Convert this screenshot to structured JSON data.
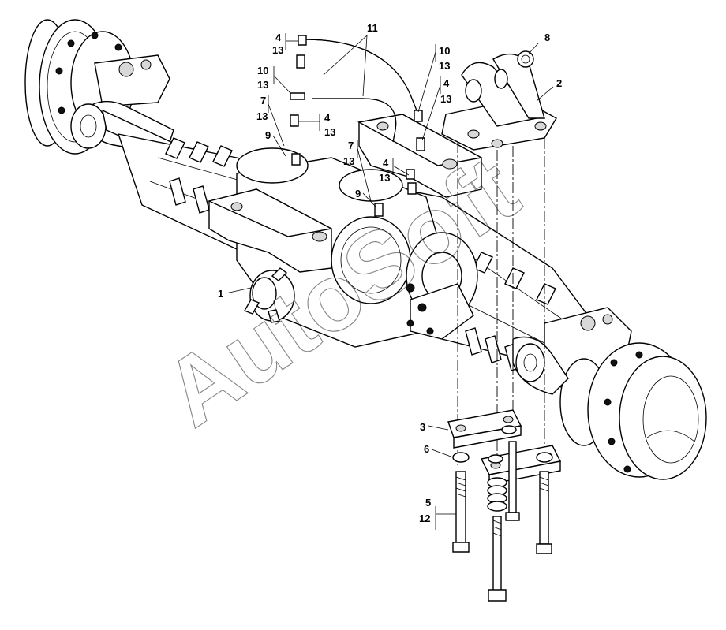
{
  "watermark": "AutoSoft",
  "callouts": [
    {
      "id": "c1",
      "text": "1"
    },
    {
      "id": "c2",
      "text": "2"
    },
    {
      "id": "c3",
      "text": "3"
    },
    {
      "id": "c4a",
      "text": "4"
    },
    {
      "id": "c13a",
      "text": "13"
    },
    {
      "id": "c4b",
      "text": "4"
    },
    {
      "id": "c13b",
      "text": "13"
    },
    {
      "id": "c4c",
      "text": "4"
    },
    {
      "id": "c13c",
      "text": "13"
    },
    {
      "id": "c4d",
      "text": "4"
    },
    {
      "id": "c13d",
      "text": "13"
    },
    {
      "id": "c5",
      "text": "5"
    },
    {
      "id": "c12",
      "text": "12"
    },
    {
      "id": "c6",
      "text": "6"
    },
    {
      "id": "c7a",
      "text": "7"
    },
    {
      "id": "c13e",
      "text": "13"
    },
    {
      "id": "c7b",
      "text": "7"
    },
    {
      "id": "c13f",
      "text": "13"
    },
    {
      "id": "c8",
      "text": "8"
    },
    {
      "id": "c9a",
      "text": "9"
    },
    {
      "id": "c9b",
      "text": "9"
    },
    {
      "id": "c10a",
      "text": "10"
    },
    {
      "id": "c13g",
      "text": "13"
    },
    {
      "id": "c10b",
      "text": "10"
    },
    {
      "id": "c13h",
      "text": "13"
    },
    {
      "id": "c11",
      "text": "11"
    }
  ]
}
